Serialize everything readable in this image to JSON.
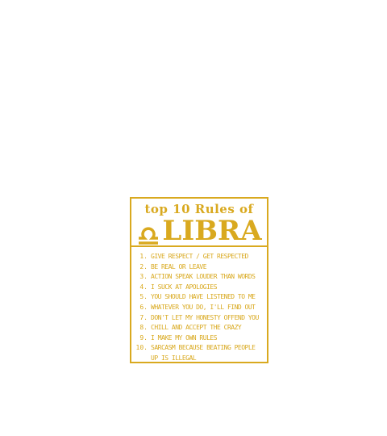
{
  "card": {
    "subtitle": "top 10 Rules of",
    "title": "LIBRA",
    "icon": "libra-symbol-icon",
    "accent_color": "#d9a91f",
    "rules": [
      {
        "num": "1.",
        "text": "GIVE RESPECT / GET RESPECTED"
      },
      {
        "num": "2.",
        "text": "BE REAL OR LEAVE"
      },
      {
        "num": "3.",
        "text": "ACTION SPEAK LOUDER THAN WORDS"
      },
      {
        "num": "4.",
        "text": "I SUCK AT APOLOGIES"
      },
      {
        "num": "5.",
        "text": "YOU SHOULD HAVE LISTENED TO ME"
      },
      {
        "num": "6.",
        "text": "WHATEVER YOU DO, I'LL FIND OUT"
      },
      {
        "num": "7.",
        "text": "DON'T LET MY HONESTY OFFEND YOU"
      },
      {
        "num": "8.",
        "text": "CHILL AND ACCEPT THE CRAZY"
      },
      {
        "num": "9.",
        "text": "I MAKE MY OWN RULES"
      },
      {
        "num": "10.",
        "text": "SARCASM BECAUSE BEATING PEOPLE UP IS ILLEGAL"
      }
    ]
  }
}
